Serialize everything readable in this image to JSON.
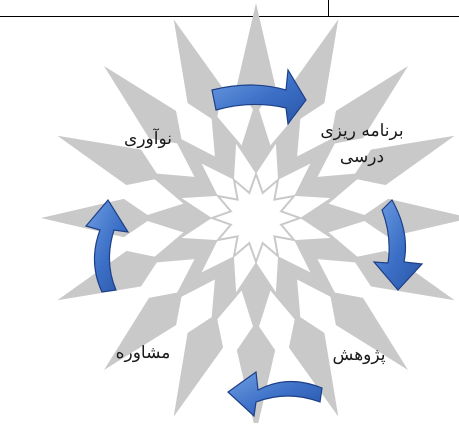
{
  "diagram": {
    "nodes": {
      "top_right": "برنامه ریزی درسی",
      "bottom_right": "پژوهش",
      "bottom_left": "مشاوره",
      "top_left": "نوآوری"
    },
    "flow": [
      "برنامه ریزی درسی",
      "پژوهش",
      "مشاوره",
      "نوآوری"
    ],
    "arrow_color": "#3b6fc6",
    "arrow_edge_color": "#1d3f86",
    "watermark_color": "#c9c9c9"
  }
}
